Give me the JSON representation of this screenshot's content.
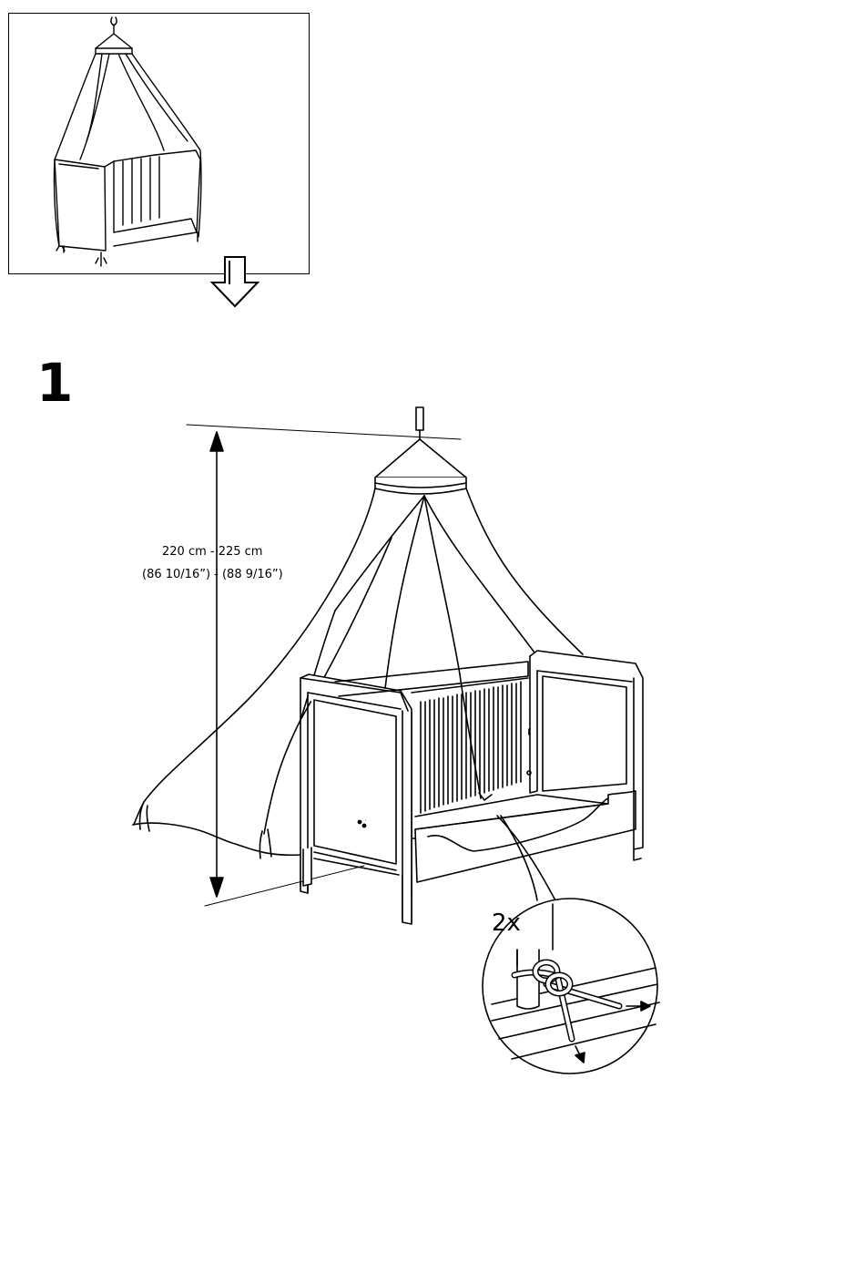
{
  "step": {
    "number": "1"
  },
  "measurement": {
    "metric": "220 cm - 225 cm",
    "imperial": "(86 10/16”) - (88 9/16”)"
  },
  "knot": {
    "quantity": "2x"
  },
  "icons": {
    "preview": "canopy-over-crib-icon",
    "next": "hollow-down-arrow-icon",
    "main": "canopy-installation-illustration",
    "detail": "knot-detail-circle"
  }
}
